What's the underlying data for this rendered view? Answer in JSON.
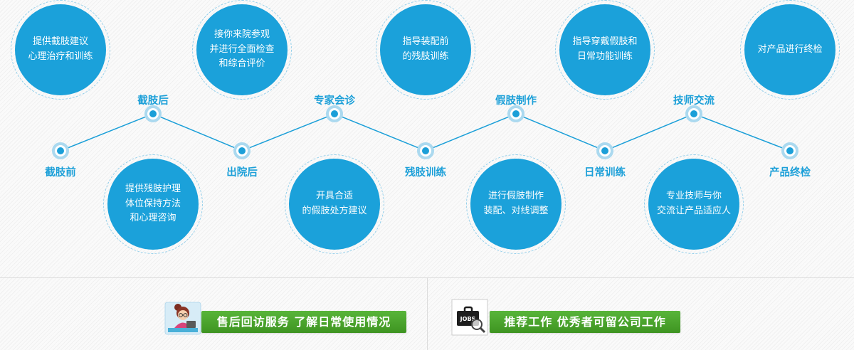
{
  "colors": {
    "blue": "#1b9fd8",
    "circle_fill": "#1ba1da",
    "green_top": "#58b53a",
    "green_bottom": "#3e9421"
  },
  "timeline": {
    "stages": [
      {
        "label": "截肢前",
        "desc": "提供截肢建议\n心理治疗和训练"
      },
      {
        "label": "截肢后",
        "desc": "提供残肢护理\n体位保持方法\n和心理咨询"
      },
      {
        "label": "出院后",
        "desc": "接你来院参观\n并进行全面检查\n和综合评价"
      },
      {
        "label": "专家会诊",
        "desc": "开具合适\n的假肢处方建议"
      },
      {
        "label": "残肢训练",
        "desc": "指导装配前\n的残肢训练"
      },
      {
        "label": "假肢制作",
        "desc": "进行假肢制作\n装配、对线调整"
      },
      {
        "label": "日常训练",
        "desc": "指导穿戴假肢和\n日常功能训练"
      },
      {
        "label": "技师交流",
        "desc": "专业技师与你\n交流让产品适应人"
      },
      {
        "label": "产品终检",
        "desc": "对产品进行终检"
      }
    ]
  },
  "footer": {
    "left_banner": {
      "text": "售后回访服务 了解日常使用情况"
    },
    "right_banner": {
      "text": "推荐工作 优秀者可留公司工作",
      "icon_label": "JOBS"
    }
  }
}
